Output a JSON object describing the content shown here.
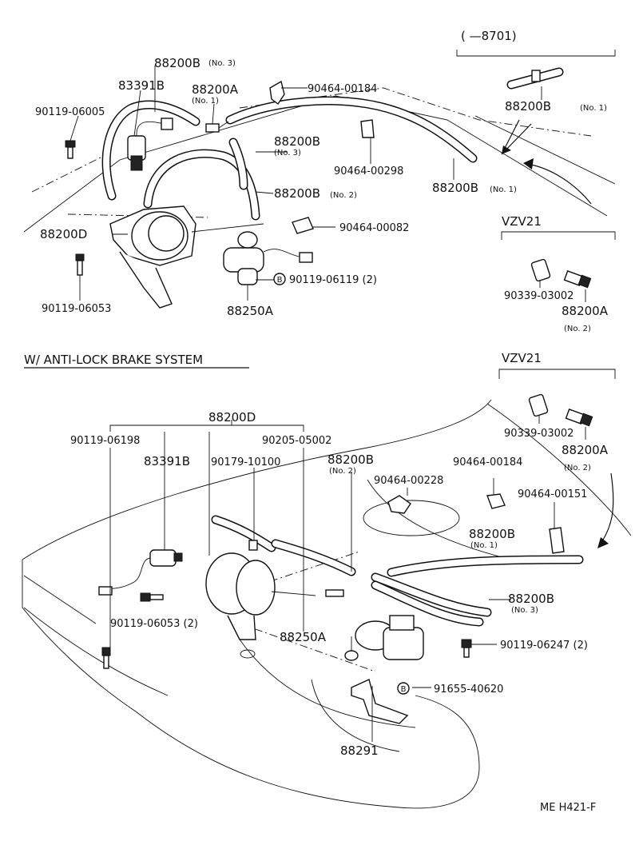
{
  "labels": {
    "v8701_range": "( —8701)",
    "p88200B_no3_top": "88200B",
    "no3_a": "(No. 3)",
    "p83391B_top": "83391B",
    "p88200A_top": "88200A",
    "no1_a": "(No. 1)",
    "p90464_00184_top": "90464-00184",
    "p90119_06005": "90119-06005",
    "p88200B_no3_mid": "88200B",
    "no3_b": "(No. 3)",
    "p88200B_no1_right": "88200B",
    "no1_b": "(No. 1)",
    "p90464_00298": "90464-00298",
    "p88200B_no1_bottom": "88200B",
    "no1_c": "(No. 1)",
    "p88200B_no2": "88200B",
    "no2_a": "(No. 2)",
    "p88200D_top": "88200D",
    "p90464_00082": "90464-00082",
    "vzv21_top": "VZV21",
    "p90119_06119": "90119-06119 (2)",
    "p90119_06053": "90119-06053",
    "p88250A_top": "88250A",
    "p90339_03002_top": "90339-03002",
    "p88200A_no2_top": "88200A",
    "no2_b": "(No. 2)",
    "abs_title": "W/ ANTI-LOCK BRAKE SYSTEM",
    "vzv21_bottom": "VZV21",
    "p88200D_bottom": "88200D",
    "p90339_03002_bottom": "90339-03002",
    "p90119_06198": "90119-06198",
    "p90205_05002": "90205-05002",
    "p88200A_no2_bottom": "88200A",
    "no2_c": "(No. 2)",
    "p83391B_bottom": "83391B",
    "p90179_10100": "90179-10100",
    "p88200B_no2_bottom": "88200B",
    "no2_d": "(No. 2)",
    "p90464_00184_bottom": "90464-00184",
    "p90464_00228": "90464-00228",
    "p90464_00151": "90464-00151",
    "p88200B_no1_abs": "88200B",
    "no1_d": "(No. 1)",
    "p88200B_no3_abs": "88200B",
    "no3_c": "(No. 3)",
    "p90119_06053_2": "90119-06053 (2)",
    "p90119_06247": "90119-06247 (2)",
    "p88250A_bottom": "88250A",
    "p91655_40620": "91655-40620",
    "p88291": "88291",
    "ref_code": "ME  H421-F",
    "b_marker_1": "B",
    "b_marker_2": "B"
  },
  "icons": [
    "bolt-icon",
    "clip-icon",
    "vacuum-switching-valve-icon",
    "actuator-icon",
    "direction-arrow-icon"
  ]
}
